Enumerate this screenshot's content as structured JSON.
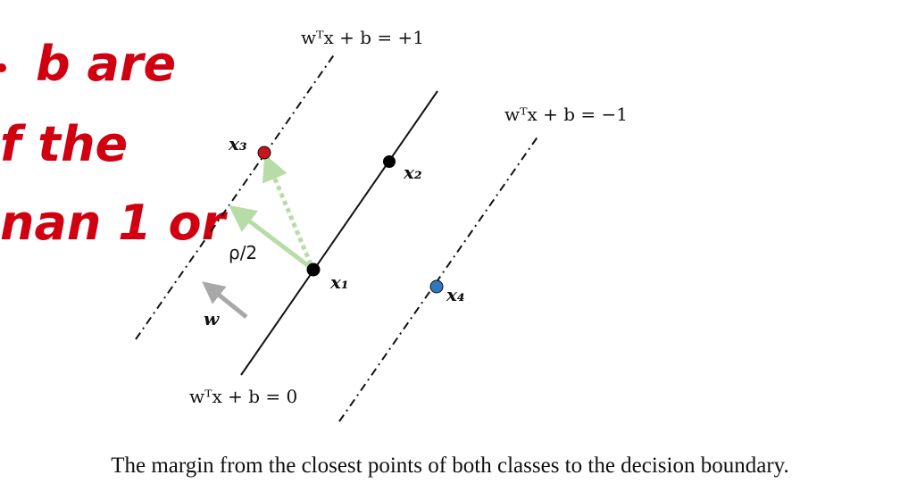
{
  "annotation": {
    "lines": [
      "b are",
      "f the",
      "nan 1 or"
    ],
    "color": "#d00010"
  },
  "labels": {
    "plus_one": "wᵀx + b = +1",
    "minus_one": "wᵀx + b = −1",
    "zero": "wᵀx + b = 0",
    "x1": "x₁",
    "x2": "x₂",
    "x3": "x₃",
    "x4": "x₄",
    "w": "w",
    "rho_half": "ρ/2"
  },
  "colors": {
    "positive_point": "#c8141c",
    "negative_point": "#2f78c0",
    "margin_arrow": "#b8dca8",
    "w_arrow": "#a8a8a8"
  },
  "caption": "The margin from the closest points of both classes to the decision boundary."
}
